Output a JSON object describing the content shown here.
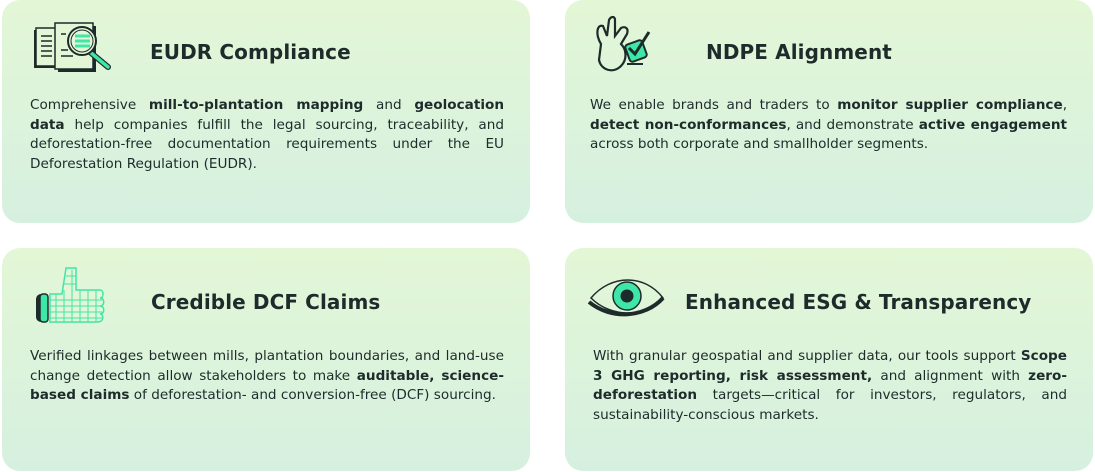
{
  "cards": [
    {
      "title": "EUDR Compliance",
      "icon": "document-magnifier-icon",
      "segments": [
        {
          "t": "Comprehensive ",
          "b": false
        },
        {
          "t": "mill-to-plantation mapping",
          "b": true
        },
        {
          "t": " and ",
          "b": false
        },
        {
          "t": "geolocation data",
          "b": true
        },
        {
          "t": " help companies fulfill the legal sourcing, traceability, and deforestation-free documentation requirements under the EU Deforestation Regulation (EUDR).",
          "b": false
        }
      ]
    },
    {
      "title": "NDPE Alignment",
      "icon": "hand-checkmark-icon",
      "segments": [
        {
          "t": "We enable brands and traders to ",
          "b": false
        },
        {
          "t": "monitor supplier compliance",
          "b": true
        },
        {
          "t": ", ",
          "b": false
        },
        {
          "t": "detect non-conformances",
          "b": true
        },
        {
          "t": ", and demonstrate ",
          "b": false
        },
        {
          "t": "active engagement",
          "b": true
        },
        {
          "t": " across both corporate and smallholder segments.",
          "b": false
        }
      ]
    },
    {
      "title": "Credible DCF Claims",
      "icon": "thumbs-up-icon",
      "segments": [
        {
          "t": "Verified linkages between mills, plantation boundaries, and land-use change detection allow stakeholders to make ",
          "b": false
        },
        {
          "t": "auditable, science-based claims",
          "b": true
        },
        {
          "t": " of deforestation- and conversion-free (DCF) sourcing.",
          "b": false
        }
      ]
    },
    {
      "title": "Enhanced ESG & Transparency",
      "icon": "eye-icon",
      "segments": [
        {
          "t": "With granular geospatial and supplier data, our tools support ",
          "b": false
        },
        {
          "t": "Scope 3 GHG reporting, risk assessment,",
          "b": true
        },
        {
          "t": " and alignment with ",
          "b": false
        },
        {
          "t": "zero-deforestation",
          "b": true
        },
        {
          "t": " targets—critical for investors, regulators, and sustainability-conscious markets.",
          "b": false
        }
      ]
    }
  ],
  "colors": {
    "accent": "#3ee6a8",
    "ink": "#1d2b2b",
    "card_top": "#e3f7d6",
    "card_bottom": "#d6f0e0"
  }
}
